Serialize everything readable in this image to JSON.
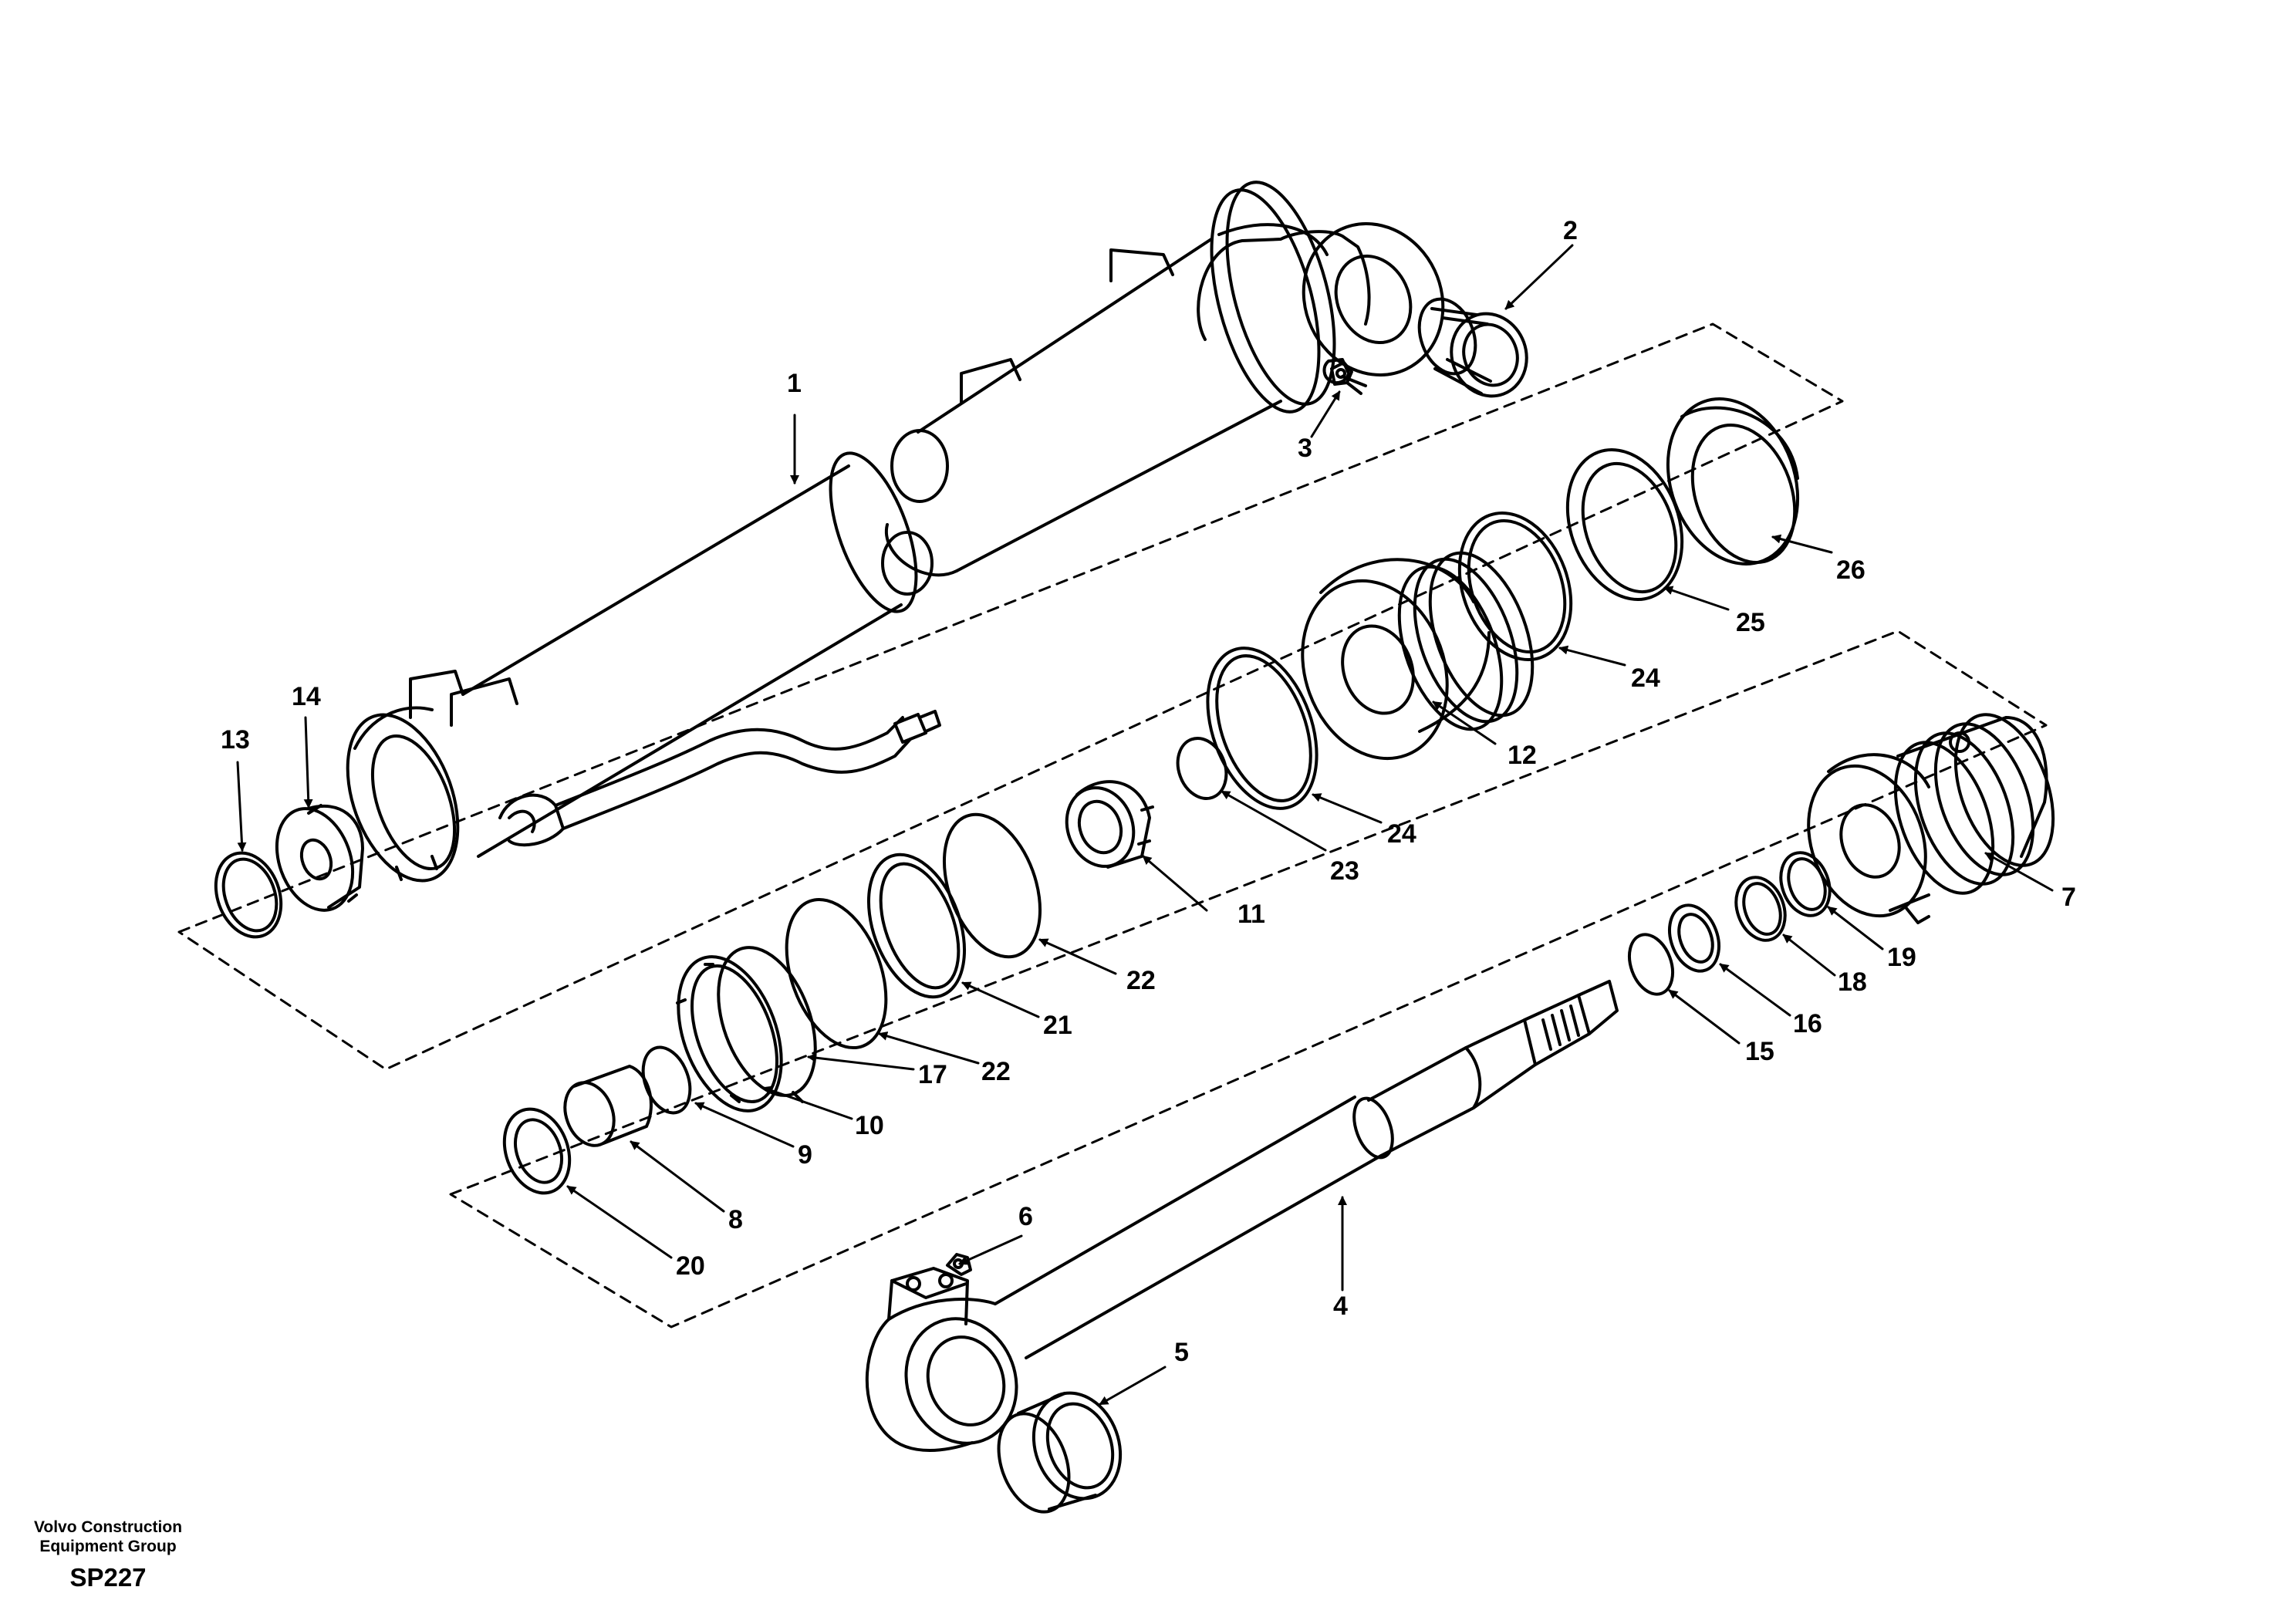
{
  "footer": {
    "company_line1": "Volvo Construction",
    "company_line2": "Equipment Group",
    "code": "SP227"
  },
  "callouts": [
    "1",
    "2",
    "3",
    "4",
    "5",
    "6",
    "7",
    "8",
    "9",
    "10",
    "11",
    "12",
    "13",
    "14",
    "15",
    "16",
    "17",
    "18",
    "19",
    "20",
    "21",
    "22",
    "22",
    "23",
    "24",
    "24",
    "25",
    "26"
  ],
  "colors": {
    "ink": "#000000",
    "paper": "#ffffff"
  }
}
